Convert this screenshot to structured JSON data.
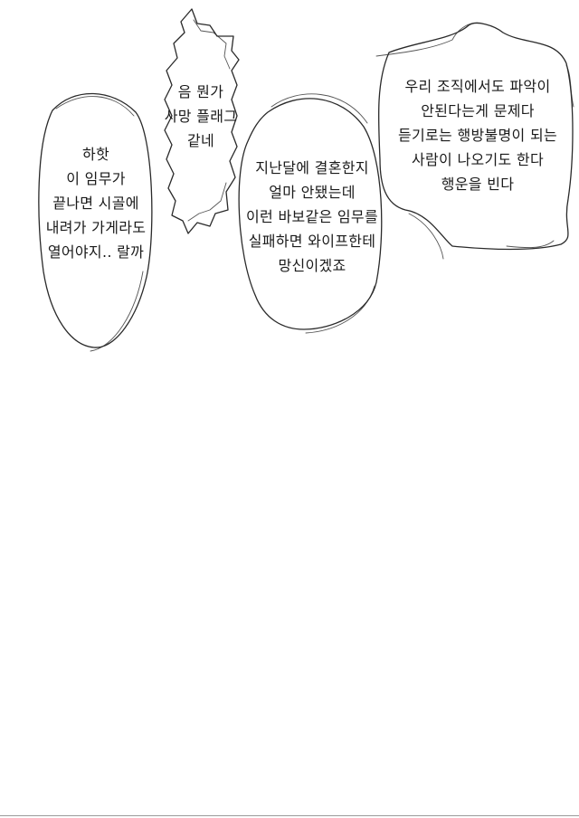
{
  "bubbles": {
    "a": {
      "lines": [
        "하핫",
        "이 임무가",
        "끝나면 시골에",
        "내려가 가게라도",
        "열어야지.. 랄까"
      ]
    },
    "b": {
      "lines": [
        "음 뭔가",
        "사망 플래그",
        "같네"
      ]
    },
    "c": {
      "lines": [
        "지난달에 결혼한지",
        "얼마 안됐는데",
        "이런 바보같은 임무를",
        "실패하면 와이프한테",
        "망신이겠죠"
      ]
    },
    "d": {
      "lines": [
        "우리 조직에서도 파악이",
        "안된다는게 문제다",
        "듣기로는 행방불명이 되는",
        "사람이 나오기도 한다",
        "행운을 빈다"
      ]
    }
  }
}
